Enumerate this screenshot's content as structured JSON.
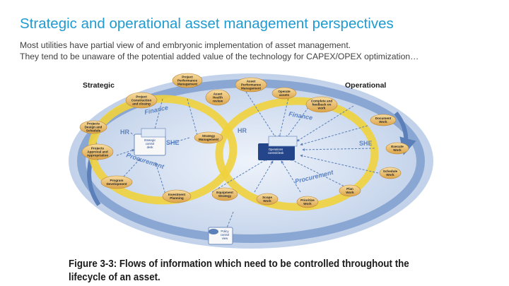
{
  "title": "Strategic and operational asset management perspectives",
  "subtitle": {
    "line1": "Most utilities have partial view of and embryonic implementation of asset management.",
    "line2": "They tend to be unaware of the potential added value of the technology for CAPEX/OPEX optimization…"
  },
  "diagram": {
    "strategic_label": "Strategic",
    "operational_label": "Operational",
    "nodes": [
      {
        "id": "project-performance",
        "text": [
          "Project",
          "Performance",
          "Management"
        ]
      },
      {
        "id": "asset-performance",
        "text": [
          "Asset",
          "Performance",
          "Management"
        ]
      },
      {
        "id": "operate-assets",
        "text": [
          "Operate",
          "assets"
        ]
      },
      {
        "id": "complete-feedback",
        "text": [
          "Complete and",
          "feedback on",
          "work"
        ]
      },
      {
        "id": "project-construction",
        "text": [
          "Project",
          "Construction",
          "and closing"
        ]
      },
      {
        "id": "asset-health",
        "text": [
          "Asset",
          "Health",
          "review"
        ]
      },
      {
        "id": "projects-design",
        "text": [
          "Projects",
          "Design and",
          "Schedule"
        ]
      },
      {
        "id": "document-work",
        "text": [
          "Document",
          "Work"
        ]
      },
      {
        "id": "strategy-management",
        "text": [
          "Strategy",
          "Management"
        ]
      },
      {
        "id": "projects-approval",
        "text": [
          "Projects",
          "Approval and",
          "Appropriation"
        ]
      },
      {
        "id": "execute-work",
        "text": [
          "Execute",
          "Work"
        ]
      },
      {
        "id": "schedule-work",
        "text": [
          "Schedule",
          "Work"
        ]
      },
      {
        "id": "program-development",
        "text": [
          "Program",
          "Development"
        ]
      },
      {
        "id": "plan-work",
        "text": [
          "Plan",
          "Work"
        ]
      },
      {
        "id": "investment-planning",
        "text": [
          "Investment",
          "Planning"
        ]
      },
      {
        "id": "equipment-strategy",
        "text": [
          "Equipment",
          "Strategy"
        ]
      },
      {
        "id": "scope-work",
        "text": [
          "Scope",
          "Work"
        ]
      },
      {
        "id": "prioritize-work",
        "text": [
          "Prioritize",
          "Work"
        ]
      }
    ],
    "strategic_box": [
      "Strategic",
      "control",
      "desk"
    ],
    "operations_box": [
      "Operations",
      "control/desk"
    ],
    "policy_box": [
      "Policy",
      "control",
      "view"
    ],
    "flow_labels": {
      "finance": "Finance",
      "procurement": "Procurement",
      "hr": "HR",
      "she": "SHE"
    }
  },
  "caption": {
    "figure": "Figure 3-3:",
    "line1": "Flows of information which need to be controlled throughout the",
    "line2": "lifecycle of an asset."
  },
  "colors": {
    "title": "#1f9bcf",
    "ring": "#7f9fcf",
    "loop": "#f0d23c",
    "node": "#e9b75c",
    "flow_text": "#5b83c4"
  }
}
